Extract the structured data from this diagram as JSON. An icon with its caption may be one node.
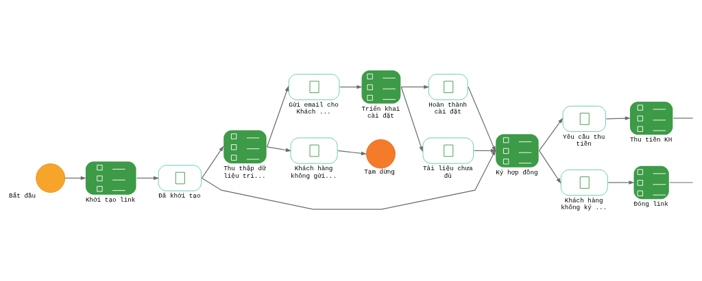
{
  "diagram": {
    "nodes": [
      {
        "text": [
          "Bắt đầu"
        ]
      },
      {
        "text": [
          "Khởi tạo link"
        ]
      },
      {
        "text": [
          "Đã khởi tạo"
        ]
      },
      {
        "text": [
          "Thu thập dữ liệu tri..."
        ]
      },
      {
        "text": [
          "Gửi email cho Khách ..."
        ]
      },
      {
        "text": [
          "Khách hàng không gửi..."
        ]
      },
      {
        "text": [
          "Tạm dừng"
        ]
      },
      {
        "text": [
          "Triển khai cài đặt"
        ]
      },
      {
        "text": [
          "Hoàn thành cài đặt"
        ]
      },
      {
        "text": [
          "Tài liệu chưa đủ"
        ]
      },
      {
        "text": [
          "Ký hợp đồng"
        ]
      },
      {
        "text": [
          "Yêu cầu thu tiền"
        ]
      },
      {
        "text": [
          "Thu tiền KH"
        ]
      },
      {
        "text": [
          "Khách hàng không ký ..."
        ]
      },
      {
        "text": [
          "Đóng link"
        ]
      }
    ],
    "edges": [
      {
        "from": 0,
        "to": 1,
        "arrow": "to"
      },
      {
        "from": 1,
        "to": 2,
        "arrow": "to"
      },
      {
        "from": 2,
        "to": 3,
        "arrow": "to"
      },
      {
        "from": 2,
        "to": 10,
        "arrow": "to"
      },
      {
        "from": 3,
        "to": 4,
        "arrow": "to"
      },
      {
        "from": 3,
        "to": 5,
        "arrow": "to"
      },
      {
        "from": 5,
        "to": 6,
        "arrow": "to"
      },
      {
        "from": 4,
        "to": 7,
        "arrow": "to"
      },
      {
        "from": 7,
        "to": 8,
        "arrow": "to"
      },
      {
        "from": 7,
        "to": 9,
        "arrow": "to"
      },
      {
        "from": 8,
        "to": 10,
        "arrow": "to"
      },
      {
        "from": 9,
        "to": 10,
        "arrow": "to"
      },
      {
        "from": 10,
        "to": 11,
        "arrow": "to"
      },
      {
        "from": 10,
        "to": 13,
        "arrow": "to"
      },
      {
        "from": 11,
        "to": 12,
        "arrow": "to"
      },
      {
        "from": 13,
        "to": 14,
        "arrow": "to"
      },
      {
        "from": 12,
        "to": null,
        "arrow": "none"
      },
      {
        "from": 14,
        "to": null,
        "arrow": "none"
      }
    ]
  }
}
